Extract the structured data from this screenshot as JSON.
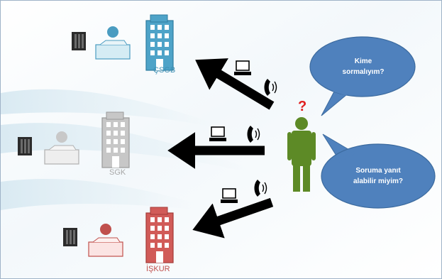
{
  "institutions": {
    "csgb": {
      "label": "ÇSGB",
      "color": "#3d8fb4"
    },
    "sgk": {
      "label": "SGK",
      "color": "#a7a7a7"
    },
    "iskur": {
      "label": "İŞKUR",
      "color": "#c0504d"
    }
  },
  "person": {
    "question_mark": "?",
    "body_color": "#5d8a26",
    "question_color": "#e02020"
  },
  "bubbles": {
    "top": {
      "line1": "Kime",
      "line2": "sormalıyım?"
    },
    "bottom": {
      "line1": "Soruma yanıt",
      "line2": "alabilir miyim?"
    },
    "color": "#4f81bd"
  },
  "icons": [
    "phone-icon",
    "computer-icon",
    "file-cabinet-icon",
    "office-worker-icon",
    "building-icon",
    "person-icon"
  ]
}
